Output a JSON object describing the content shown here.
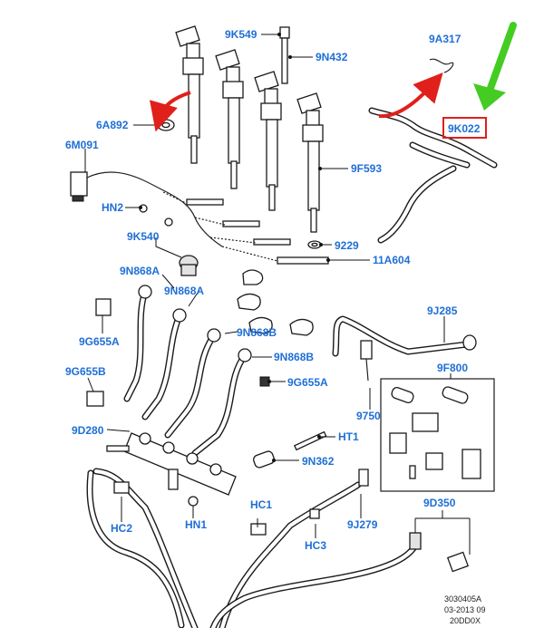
{
  "colors": {
    "label": "#1f6fd6",
    "highlight_box": "#e0201b",
    "red_arrow": "#e0201b",
    "green_arrow": "#44cc22"
  },
  "labels": {
    "9K549": "9K549",
    "9N432": "9N432",
    "9A317": "9A317",
    "6A892": "6A892",
    "9K022": "9K022",
    "6M091": "6M091",
    "9F593": "9F593",
    "HN2": "HN2",
    "9K540": "9K540",
    "9229": "9229",
    "11A604": "11A604",
    "9N868A_1": "9N868A",
    "9N868A_2": "9N868A",
    "9G655A_1": "9G655A",
    "9J285": "9J285",
    "9N868B_1": "9N868B",
    "9N868B_2": "9N868B",
    "9F800": "9F800",
    "9G655B": "9G655B",
    "9G655A_2": "9G655A",
    "9750": "9750",
    "9D280": "9D280",
    "HT1": "HT1",
    "9N362": "9N362",
    "HC2": "HC2",
    "HN1": "HN1",
    "HC1": "HC1",
    "9J279": "9J279",
    "9D350": "9D350",
    "HC3": "HC3"
  },
  "reference": {
    "line1": "3030405A",
    "line2": "03-2013 09",
    "line3": "20DD0X"
  }
}
